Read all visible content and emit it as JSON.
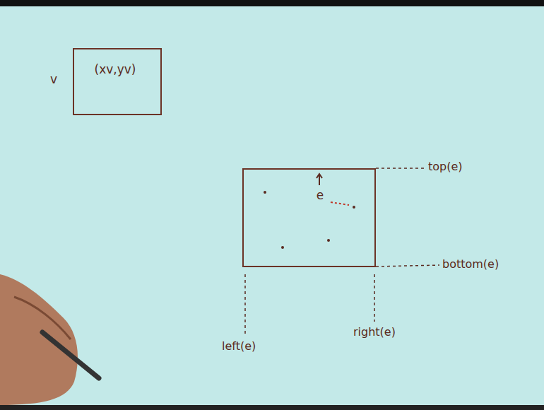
{
  "diagram": {
    "nodes": [
      {
        "text": [
          "v",
          "(xv,yv)"
        ]
      },
      {
        "text": [
          "e"
        ]
      }
    ],
    "labels": [
      "top(e)",
      "bottom(e)",
      "left(e)",
      "right(e)"
    ]
  }
}
